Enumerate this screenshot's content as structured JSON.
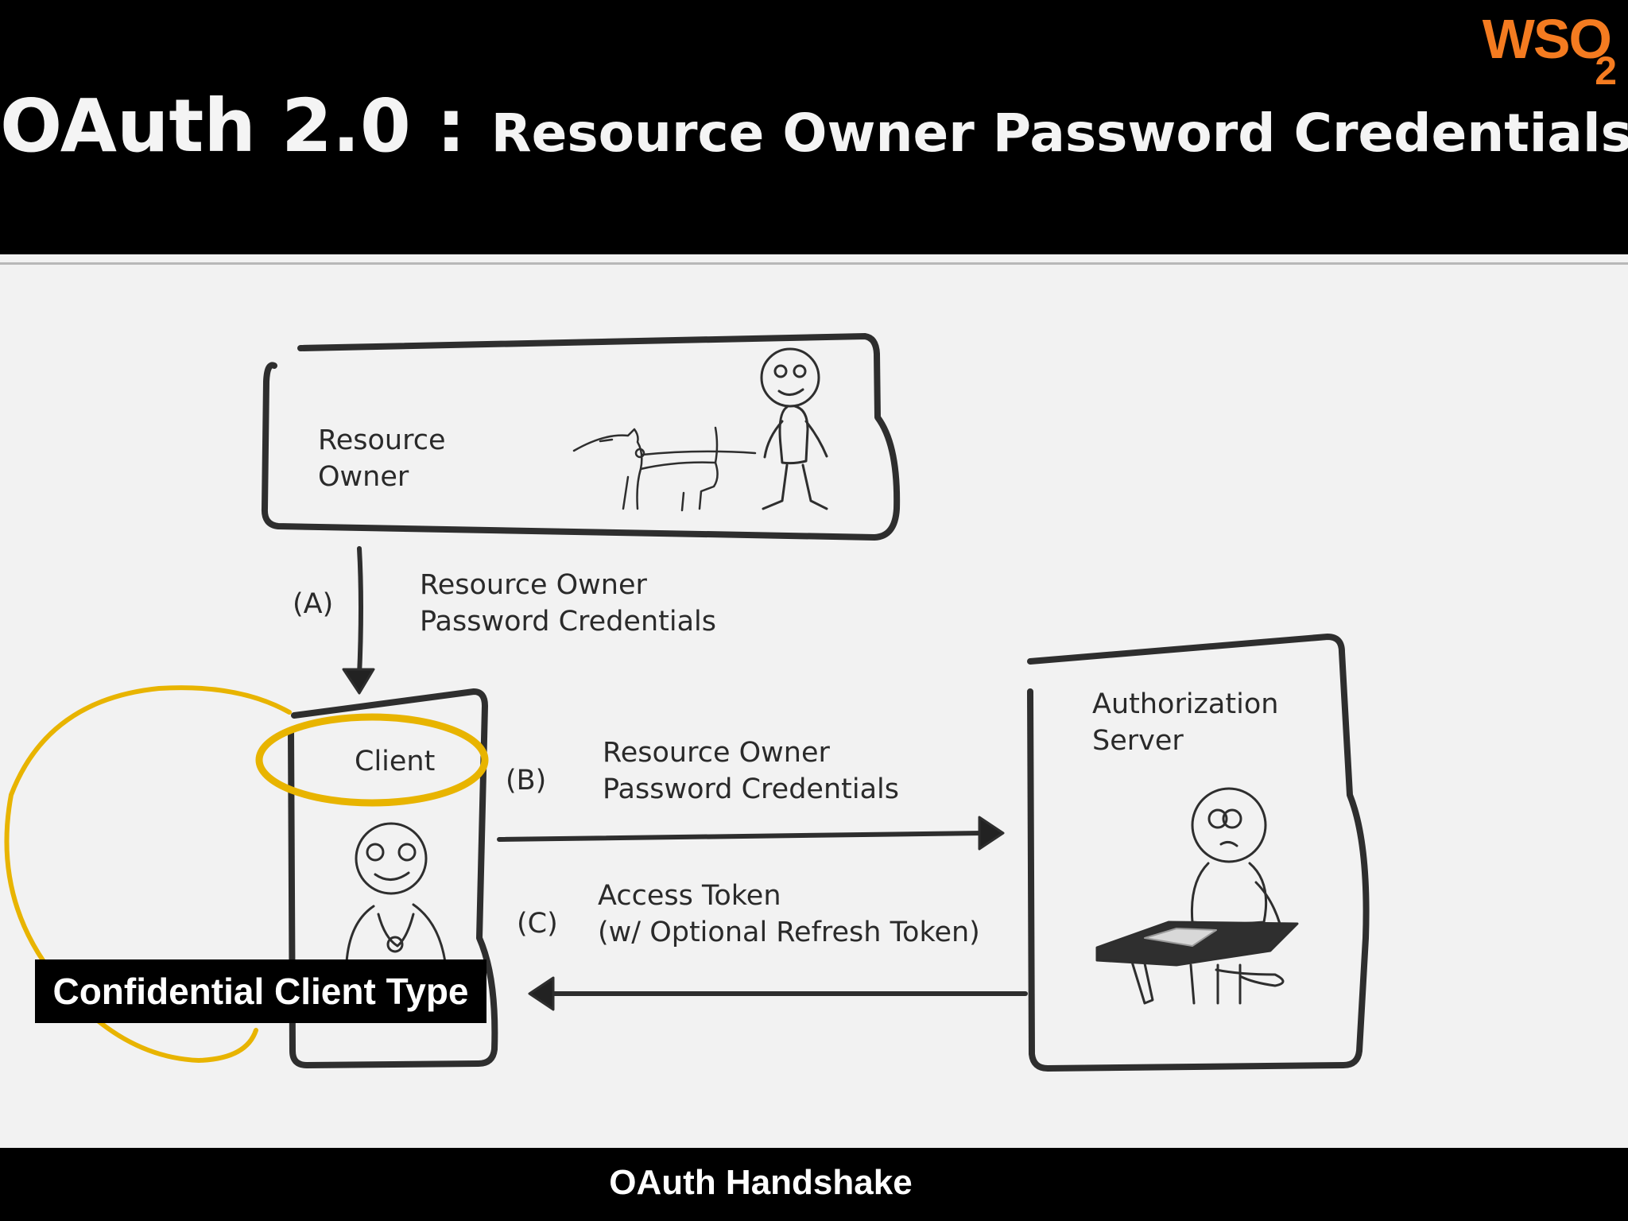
{
  "logo": {
    "text": "WSO",
    "subscript": "2"
  },
  "title": {
    "main": "OAuth 2.0 : ",
    "sub": "Resource Owner Password Credentials"
  },
  "diagram": {
    "resource_owner": {
      "line1": "Resource",
      "line2": "Owner"
    },
    "flow_a": {
      "tag": "(A)",
      "line1": "Resource Owner",
      "line2": "Password Credentials"
    },
    "client": {
      "label": "Client"
    },
    "flow_b": {
      "tag": "(B)",
      "line1": "Resource Owner",
      "line2": "Password Credentials"
    },
    "authorization_server": {
      "line1": "Authorization",
      "line2": "Server"
    },
    "flow_c": {
      "tag": "(C)",
      "line1": "Access Token",
      "line2": "(w/ Optional Refresh Token)"
    }
  },
  "highlight": {
    "label": "Confidential Client Type",
    "color": "#e8b400"
  },
  "footer": {
    "text": "OAuth Handshake"
  },
  "colors": {
    "header_bg": "#000000",
    "slide_bg": "#f2f2f2",
    "ink": "#2a2a2a",
    "brand": "#f47b20"
  }
}
